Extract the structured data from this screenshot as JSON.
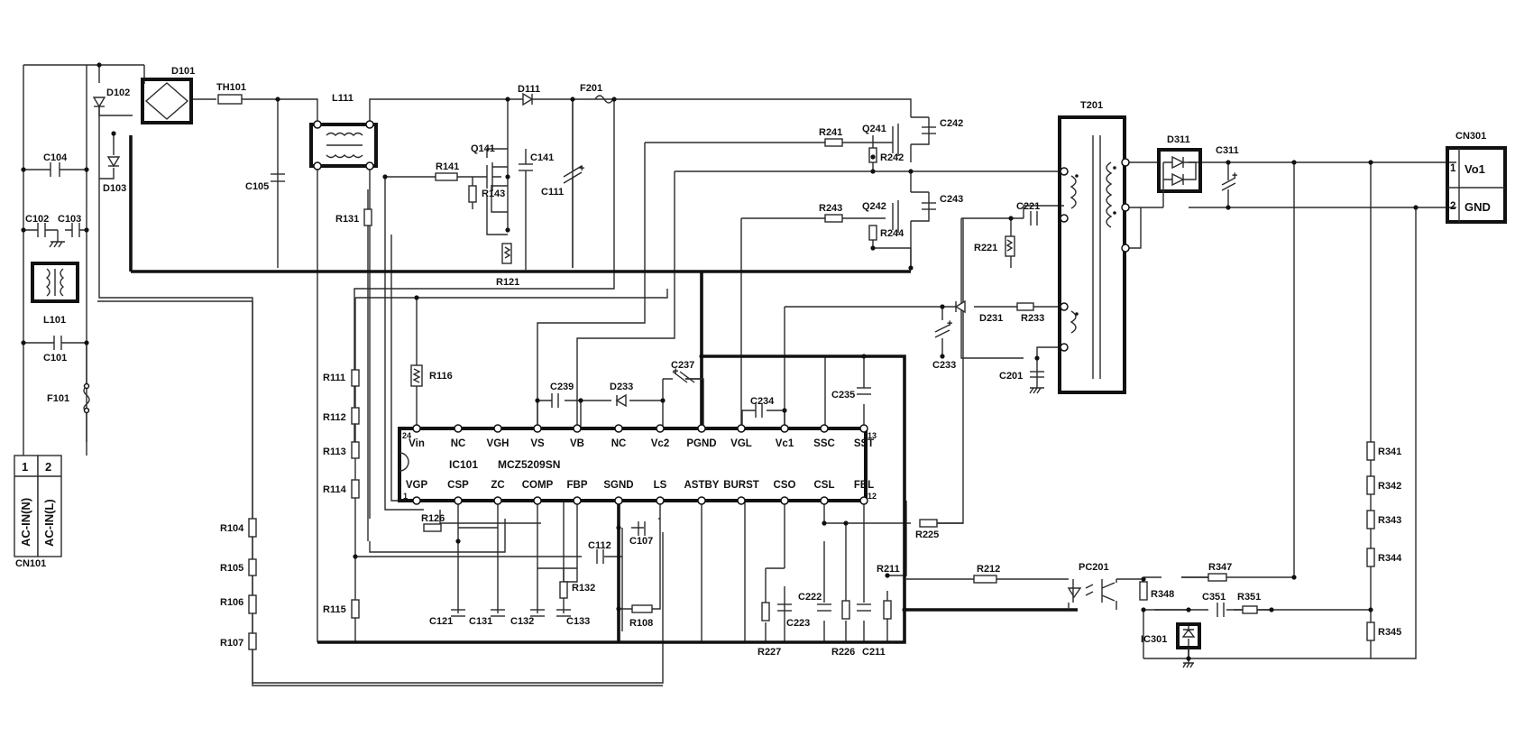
{
  "connectors": {
    "cn101": {
      "label": "CN101",
      "pins": [
        "1",
        "2"
      ],
      "signals": [
        "AC-IN(N)",
        "AC-IN(L)"
      ]
    },
    "cn301": {
      "label": "CN301",
      "pins": [
        "1",
        "2"
      ],
      "signals": [
        "Vo1",
        "GND"
      ]
    }
  },
  "ic101": {
    "ref": "IC101",
    "part": "MCZ5209SN",
    "pin_top_left_num": "24",
    "pin_top_right_num": "13",
    "pin_bottom_left_num": "1",
    "pin_bottom_right_num": "12",
    "top_pins": [
      "Vin",
      "NC",
      "VGH",
      "VS",
      "VB",
      "NC",
      "Vc2",
      "PGND",
      "VGL",
      "Vc1",
      "SSC",
      "SST"
    ],
    "bottom_pins": [
      "VGP",
      "CSP",
      "ZC",
      "COMP",
      "FBP",
      "SGND",
      "LS",
      "ASTBY",
      "BURST",
      "CSO",
      "CSL",
      "FBL"
    ]
  },
  "labels": {
    "d101": "D101",
    "th101": "TH101",
    "l111": "L111",
    "d111": "D111",
    "f201": "F201",
    "d102": "D102",
    "d103": "D103",
    "c104": "C104",
    "c102": "C102",
    "c103": "C103",
    "l101": "L101",
    "c101": "C101",
    "f101": "F101",
    "c105": "C105",
    "r131": "R131",
    "q141": "Q141",
    "c141": "C141",
    "r141": "R141",
    "r143": "R143",
    "c111": "C111",
    "r121": "R121",
    "r241": "R241",
    "q241": "Q241",
    "c242": "C242",
    "r242": "R242",
    "r243": "R243",
    "q242": "Q242",
    "c243": "C243",
    "r244": "R244",
    "t201": "T201",
    "d311": "D311",
    "c311": "C311",
    "c221": "C221",
    "r221": "R221",
    "d231": "D231",
    "r233": "R233",
    "c233": "C233",
    "c201": "C201",
    "r111": "R111",
    "r116": "R116",
    "r112": "R112",
    "r113": "R113",
    "r114": "R114",
    "r115": "R115",
    "r104": "R104",
    "r105": "R105",
    "r106": "R106",
    "r107": "R107",
    "c239": "C239",
    "d233": "D233",
    "c237": "C237",
    "c234": "C234",
    "c235": "C235",
    "r126": "R126",
    "c112": "C112",
    "c107": "C107",
    "r132": "R132",
    "c121": "C121",
    "c131": "C131",
    "c132": "C132",
    "c133": "C133",
    "r108": "R108",
    "r225": "R225",
    "r211": "R211",
    "c222": "C222",
    "c223": "C223",
    "r227": "R227",
    "r226": "R226",
    "c211": "C211",
    "r212": "R212",
    "pc201": "PC201",
    "r347": "R347",
    "r348": "R348",
    "c351": "C351",
    "r351": "R351",
    "ic301": "IC301",
    "r341": "R341",
    "r342": "R342",
    "r343": "R343",
    "r344": "R344",
    "r345": "R345"
  },
  "colors": {
    "ink": "#111111",
    "paper": "#ffffff"
  }
}
